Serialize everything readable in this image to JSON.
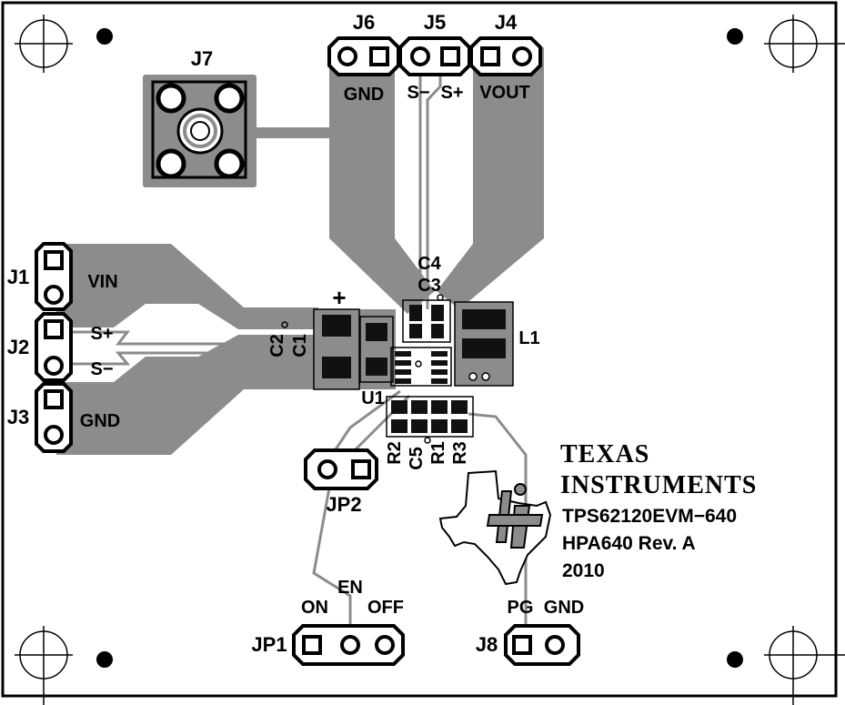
{
  "colors": {
    "copper": "#8c8c8c",
    "silk": "#000000",
    "pad": "#111111",
    "background": "#ffffff"
  },
  "connectors": {
    "j7": "J7",
    "j6": "J6",
    "j5": "J5",
    "j4": "J4",
    "j1": "J1",
    "j2": "J2",
    "j3": "J3",
    "jp1": "JP1",
    "jp2": "JP2",
    "j8": "J8"
  },
  "net_labels": {
    "gnd_top": "GND",
    "s_minus_top": "S−",
    "s_plus_top": "S+",
    "vout": "VOUT",
    "vin": "VIN",
    "s_plus_left": "S+",
    "s_minus_left": "S−",
    "gnd_left": "GND",
    "en": "EN",
    "on": "ON",
    "off": "OFF",
    "pg": "PG",
    "gnd_bottom": "GND"
  },
  "components": {
    "c4": "C4",
    "c3": "C3",
    "c2": "C2",
    "c1": "C1",
    "l1": "L1",
    "u1": "U1",
    "r2": "R2",
    "c5": "C5",
    "r1": "R1",
    "r3": "R3",
    "polarity": "+"
  },
  "logo": {
    "line1": "TEXAS",
    "line2": "INSTRUMENTS",
    "icon": "ti-texas-logo"
  },
  "board_info": {
    "part": "TPS62120EVM−640",
    "assembly": "HPA640  Rev. A",
    "year": "2010"
  }
}
